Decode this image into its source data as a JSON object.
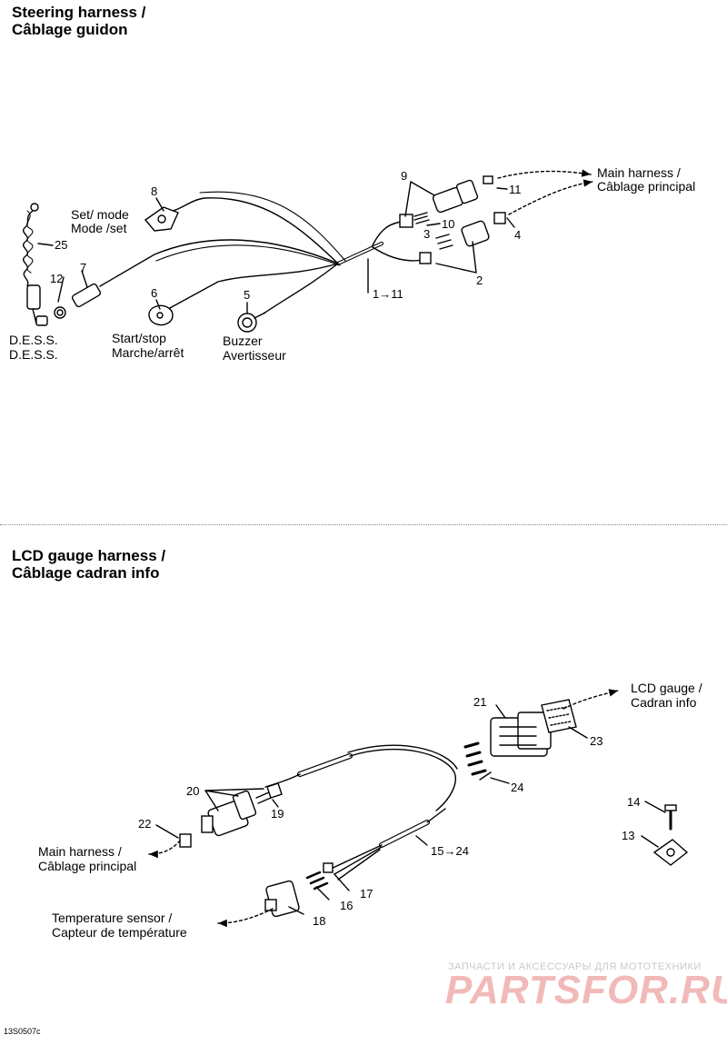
{
  "sections": {
    "steering": {
      "title_line1": "Steering harness /",
      "title_line2": "Câblage guidon"
    },
    "lcd": {
      "title_line1": "LCD gauge harness /",
      "title_line2": "Câblage cadran info"
    }
  },
  "steering_labels": {
    "set_mode_1": "Set/ mode",
    "set_mode_2": "Mode /set",
    "main_harness_1": "Main harness  /",
    "main_harness_2": "Câblage principal",
    "dess_1": "D.E.S.S.",
    "dess_2": "D.E.S.S.",
    "start_stop_1": "Start/stop",
    "start_stop_2": "Marche/arrêt",
    "buzzer_1": "Buzzer",
    "buzzer_2": "Avertisseur"
  },
  "steering_numbers": {
    "n8": "8",
    "n9": "9",
    "n11": "11",
    "n10": "10",
    "n3": "3",
    "n4": "4",
    "n2": "2",
    "n25": "25",
    "n12": "12",
    "n7": "7",
    "n6": "6",
    "n5": "5",
    "range": "1→11"
  },
  "lcd_labels": {
    "lcd_gauge_1": "LCD gauge /",
    "lcd_gauge_2": "Cadran info",
    "main_harness_1": "Main harness /",
    "main_harness_2": "Câblage principal",
    "temp_1": "Temperature sensor /",
    "temp_2": "Capteur de température"
  },
  "lcd_numbers": {
    "n21": "21",
    "n23": "23",
    "n24": "24",
    "n20": "20",
    "n19": "19",
    "n22": "22",
    "n14": "14",
    "n13": "13",
    "n17": "17",
    "n16": "16",
    "n18": "18",
    "range": "15→24"
  },
  "watermark": {
    "line1": "ЗАПЧАСТИ И АКСЕССУАРЫ ДЛЯ МОТОТЕХНИКИ",
    "line2": "PARTSFOR.RU"
  },
  "drawing_code": "13S0507c"
}
